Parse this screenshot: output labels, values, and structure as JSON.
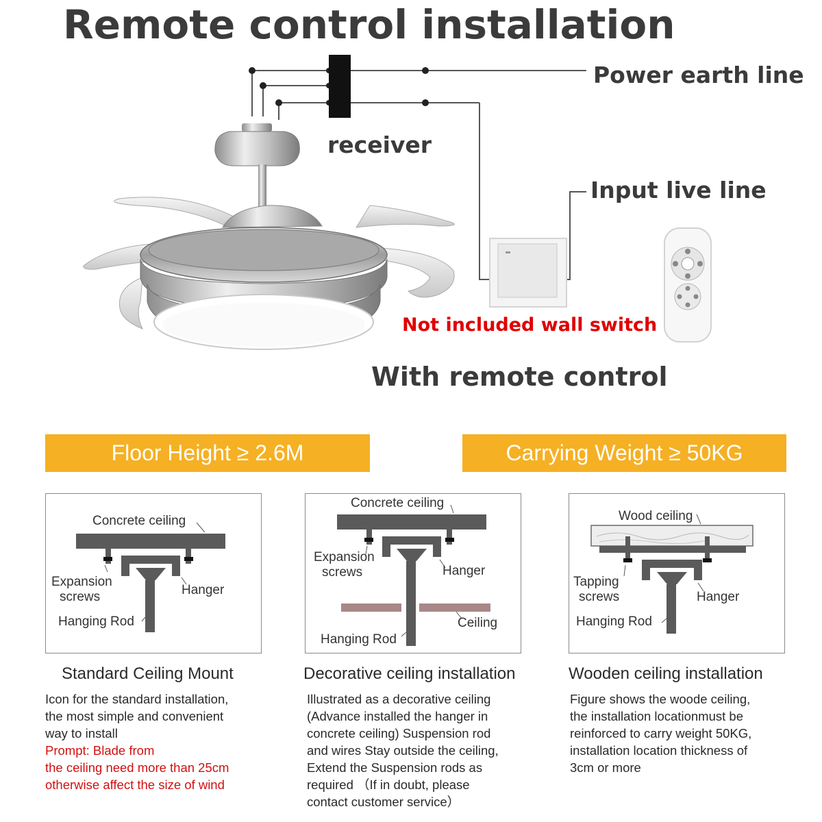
{
  "header": {
    "title": "Remote control installation"
  },
  "wiring": {
    "earth_label": "Power earth line",
    "receiver_label": "receiver",
    "live_label": "Input live line",
    "switch_note": "Not included wall switch",
    "remote_label": "With remote control"
  },
  "banners": {
    "floor_height": "Floor Height ≥ 2.6M",
    "carrying_weight": "Carrying Weight ≥ 50KG"
  },
  "panels": [
    {
      "caption": "Standard Ceiling Mount",
      "labels": {
        "ceiling": "Concrete ceiling",
        "screws_1": "Expansion",
        "screws_2": "screws",
        "hanger": "Hanger",
        "rod": "Hanging Rod"
      },
      "description": [
        "Icon for the standard installation,",
        "the most simple and convenient",
        "way to install"
      ],
      "prompt": [
        "Prompt: Blade from",
        "the ceiling need more than 25cm",
        "otherwise affect the size of wind"
      ]
    },
    {
      "caption": "Decorative ceiling installation",
      "labels": {
        "ceiling": "Concrete ceiling",
        "screws_1": "Expansion",
        "screws_2": "screws",
        "hanger": "Hanger",
        "ceiling2": "Ceiling",
        "rod": "Hanging Rod"
      },
      "description": [
        "Illustrated as a decorative ceiling",
        "(Advance installed the hanger in",
        "concrete ceiling) Suspension rod",
        "and wires Stay outside the ceiling,",
        "Extend the Suspension rods as",
        "required （If in doubt, please",
        "contact customer service）"
      ]
    },
    {
      "caption": "Wooden ceiling installation",
      "labels": {
        "ceiling": "Wood ceiling",
        "screws_1": "Tapping",
        "screws_2": "screws",
        "hanger": "Hanger",
        "rod": "Hanging Rod"
      },
      "description": [
        "Figure shows the woode ceiling,",
        "the installation locationmust be",
        "reinforced to carry weight 50KG,",
        "installation location thickness of",
        "3cm or more"
      ]
    }
  ],
  "colors": {
    "banner": "#f5b024",
    "warning_red": "#e00000",
    "diagram_dark": "#5a5a5a",
    "decorative_ceiling": "#a88888"
  }
}
